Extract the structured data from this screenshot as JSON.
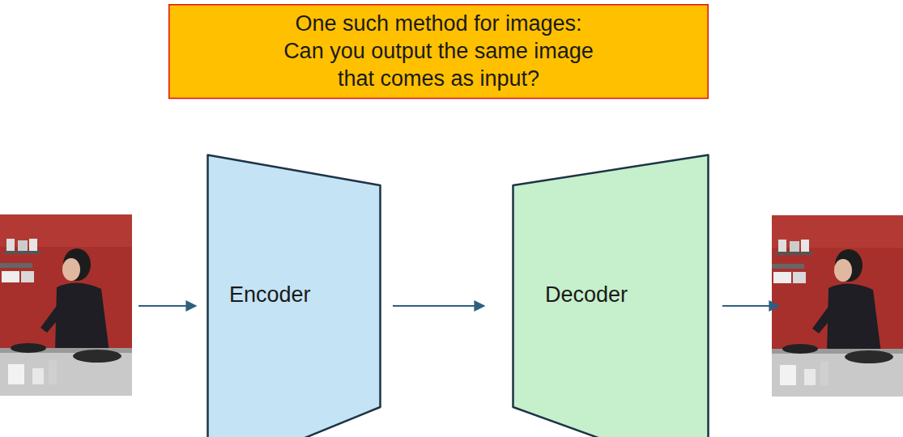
{
  "diagram": {
    "nodes": [
      {
        "text": [
          "One such method for images: Can you output the same image that comes as input?"
        ]
      },
      {
        "text": [
          "Encoder"
        ]
      },
      {
        "text": [
          "Decoder"
        ]
      }
    ],
    "edges": [
      {
        "from": 1,
        "to": 2,
        "arrow": "to"
      }
    ]
  }
}
